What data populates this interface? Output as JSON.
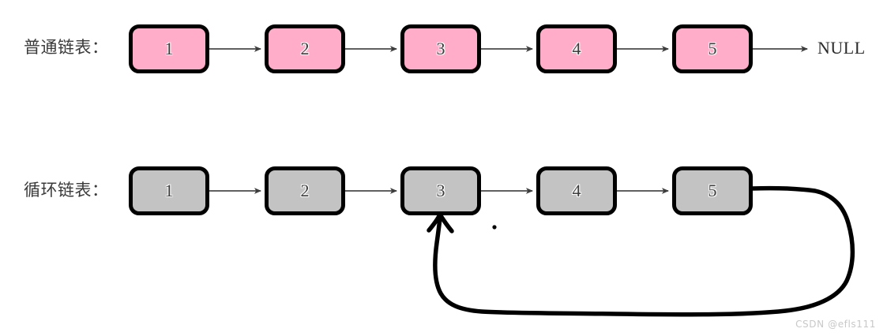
{
  "diagram": {
    "title_normal": "普通链表：",
    "title_circular": "循环链表：",
    "null_label": "NULL",
    "watermark": "CSDN @efls111",
    "colors": {
      "normal_node_fill": "#ffadc9",
      "circular_node_fill": "#c3c3c3",
      "node_border": "#000000",
      "connector_arrow": "#4a4a4a",
      "loop_arrow": "#000000",
      "label_text": "#3a3a3a",
      "node_text": "#3c3c3c",
      "watermark_text": "#c8c8c8",
      "background": "#ffffff"
    },
    "rows": [
      {
        "name": "normal-linked-list",
        "label": "普通链表：",
        "style": "pink",
        "terminator": "NULL",
        "nodes": [
          {
            "value": "1"
          },
          {
            "value": "2"
          },
          {
            "value": "3"
          },
          {
            "value": "4"
          },
          {
            "value": "5"
          }
        ]
      },
      {
        "name": "circular-linked-list",
        "label": "循环链表：",
        "style": "gray",
        "terminator": "",
        "loop_from_node": "5",
        "loop_to_node": "3",
        "nodes": [
          {
            "value": "1"
          },
          {
            "value": "2"
          },
          {
            "value": "3"
          },
          {
            "value": "4"
          },
          {
            "value": "5"
          }
        ]
      }
    ]
  }
}
